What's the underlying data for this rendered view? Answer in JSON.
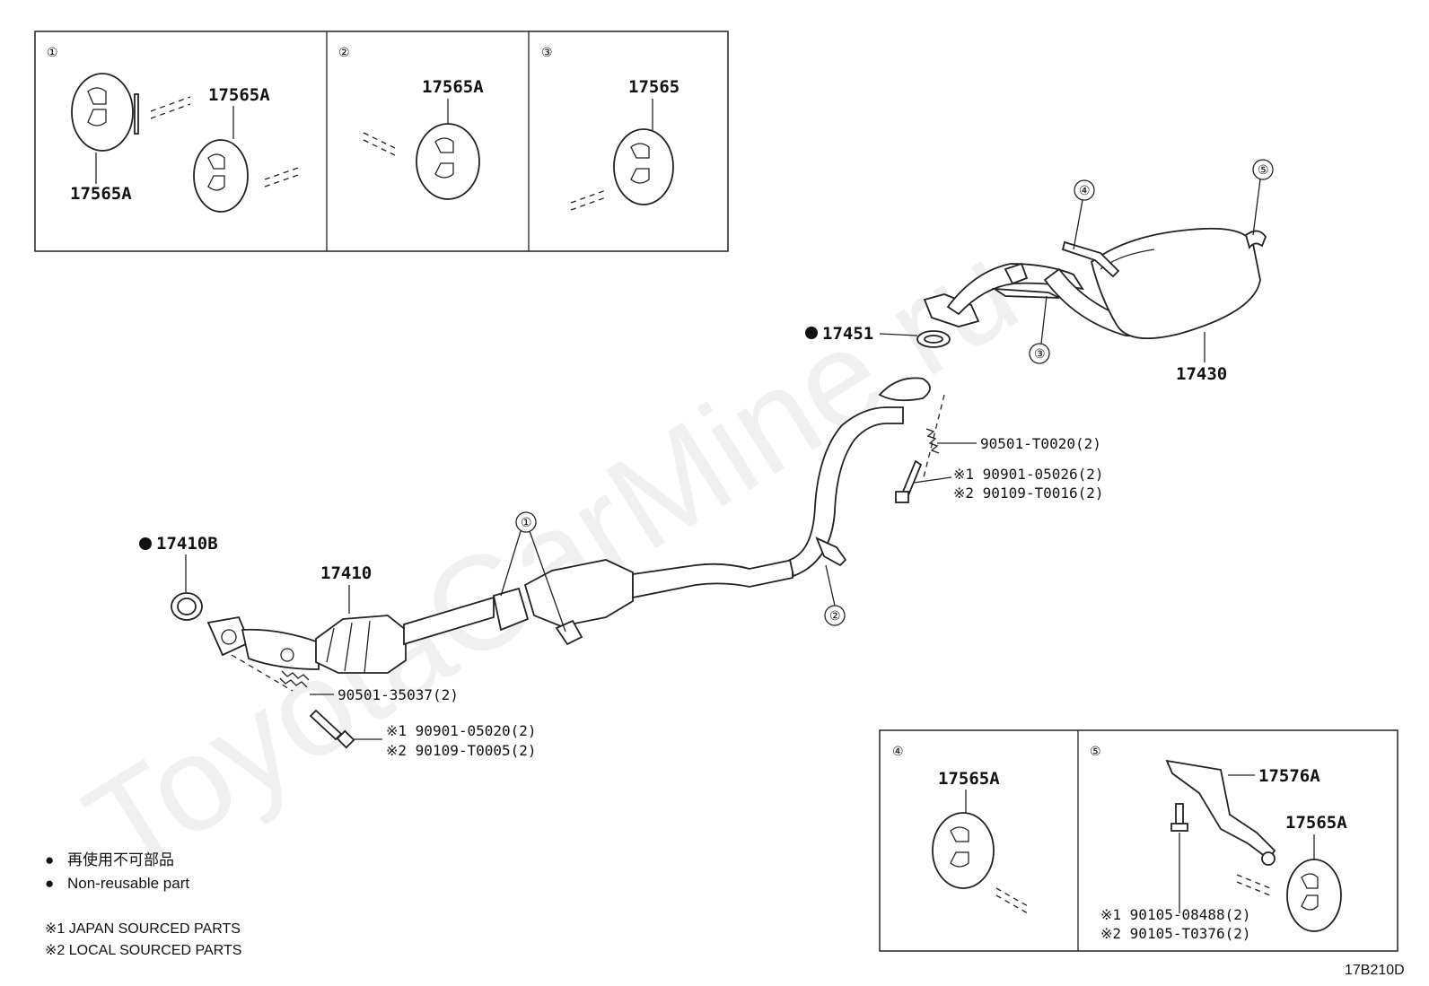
{
  "watermark": "ToyotaCarMine.ru",
  "diagram_code": "17B210D",
  "insets": {
    "inset1": {
      "num": "①",
      "hanger_top": "17565A",
      "hanger_left": "17565A"
    },
    "inset2": {
      "num": "②",
      "hanger": "17565A"
    },
    "inset3": {
      "num": "③",
      "hanger": "17565"
    },
    "inset4": {
      "num": "④",
      "hanger": "17565A"
    },
    "inset5": {
      "num": "⑤",
      "bracket": "17576A",
      "hanger": "17565A",
      "bolt_1": "※1 90105-08488(2)",
      "bolt_2": "※2 90105-T0376(2)"
    }
  },
  "main": {
    "gasket_front": "17410B",
    "front_pipe": "17410",
    "spring_front": "90501-35037(2)",
    "bolt_front_1": "※1 90901-05020(2)",
    "bolt_front_2": "※2 90109-T0005(2)",
    "gasket_rear": "17451",
    "spring_rear": "90501-T0020(2)",
    "bolt_rear_1": "※1 90901-05026(2)",
    "bolt_rear_2": "※2 90109-T0016(2)",
    "tail_pipe": "17430",
    "callout_1": "①",
    "callout_2": "②",
    "callout_3": "③",
    "callout_4": "④",
    "callout_5": "⑤"
  },
  "legend": {
    "bullet": "●",
    "non_reusable_jp": "再使用不可部品",
    "non_reusable_en": "Non-reusable part",
    "japan_sourced": "※1 JAPAN SOURCED PARTS",
    "local_sourced": "※2 LOCAL SOURCED PARTS"
  }
}
